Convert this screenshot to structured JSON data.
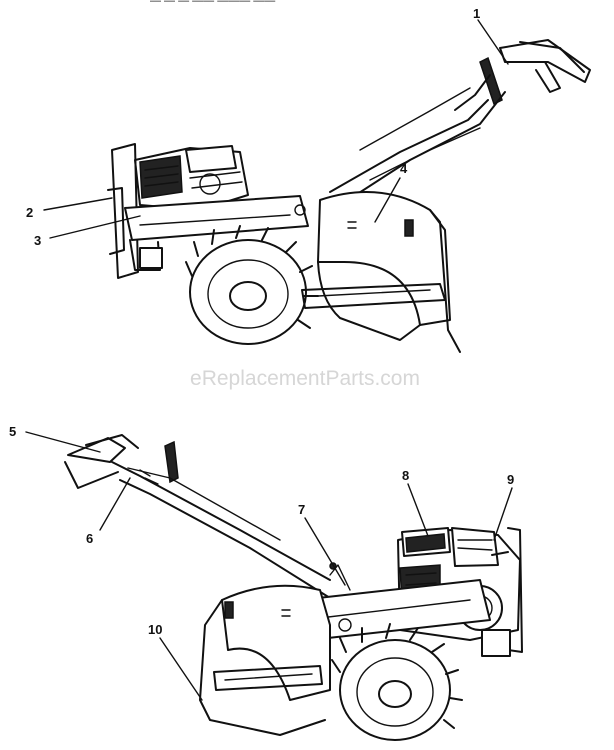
{
  "header_text": "—  — —    ——  ———  ——",
  "watermark": "eReplacementParts.com",
  "callouts": [
    {
      "label": "1"
    },
    {
      "label": "2"
    },
    {
      "label": "3"
    },
    {
      "label": "4"
    },
    {
      "label": "5"
    },
    {
      "label": "6"
    },
    {
      "label": "7"
    },
    {
      "label": "8"
    },
    {
      "label": "9"
    },
    {
      "label": "10"
    }
  ]
}
